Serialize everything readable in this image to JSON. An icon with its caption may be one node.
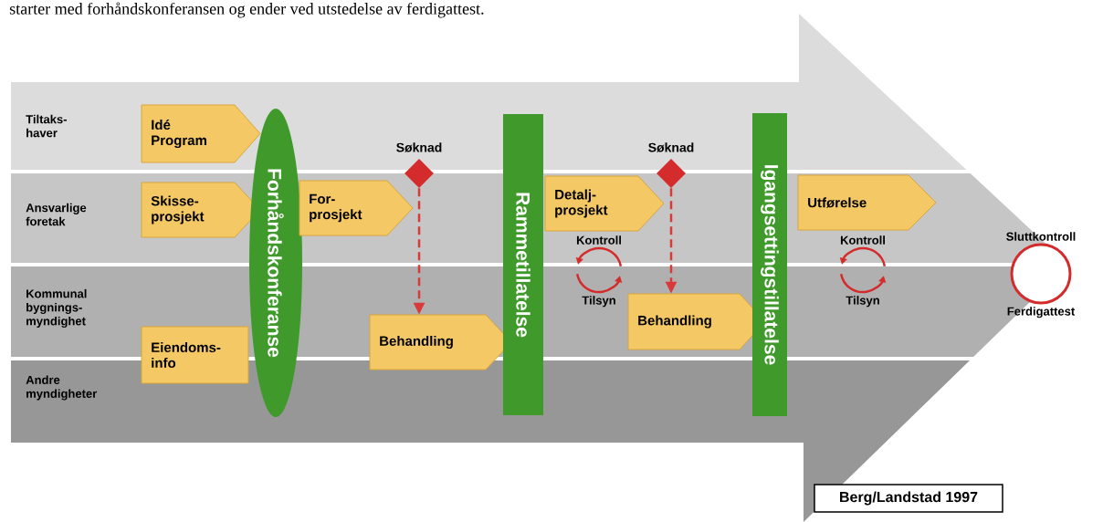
{
  "diagram": {
    "nodes": [
      {
        "text": [
          "Idé Program"
        ]
      },
      {
        "text": [
          "Skisse- prosjekt"
        ]
      },
      {
        "text": [
          "Eiendoms- info"
        ]
      },
      {
        "text": [
          "Forhåndskonferanse"
        ]
      },
      {
        "text": [
          "For- prosjekt"
        ]
      },
      {
        "text": [
          "Søknad"
        ]
      },
      {
        "text": [
          "Behandling"
        ]
      },
      {
        "text": [
          "Rammetillatelse"
        ]
      },
      {
        "text": [
          "Detalj- prosjekt"
        ]
      },
      {
        "text": [
          "Kontroll",
          "Tilsyn"
        ]
      },
      {
        "text": [
          "Søknad"
        ]
      },
      {
        "text": [
          "Behandling"
        ]
      },
      {
        "text": [
          "Igangsettingstillatelse"
        ]
      },
      {
        "text": [
          "Utførelse"
        ]
      },
      {
        "text": [
          "Kontroll",
          "Tilsyn"
        ]
      },
      {
        "text": [
          "Sluttkontroll",
          "Ferdigattest"
        ]
      },
      {
        "text": [
          "Berg/Landstad 1997"
        ]
      }
    ],
    "edges": [
      {
        "from": 5,
        "to": 6,
        "arrow": "to",
        "style": "dashed"
      },
      {
        "from": 10,
        "to": 11,
        "arrow": "to",
        "style": "dashed"
      }
    ],
    "labels": [
      "starter med forhåndskonferansen og ender ved utstedelse av ferdigattest.",
      "Tiltaks- haver",
      "Ansvarlige foretak",
      "Kommunal bygnings- myndighet",
      "Andre myndigheter"
    ]
  }
}
